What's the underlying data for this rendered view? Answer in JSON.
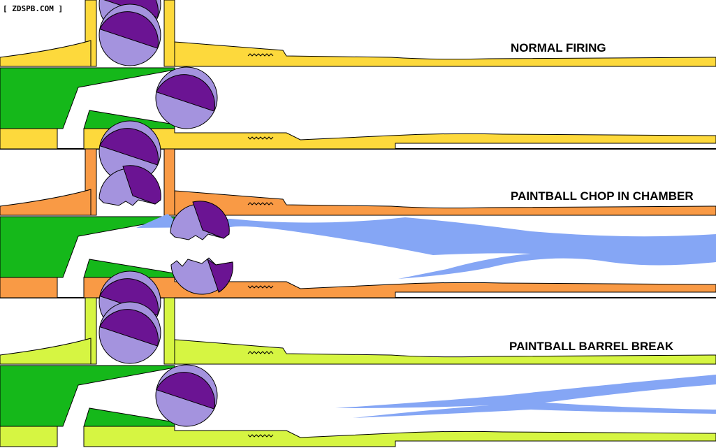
{
  "watermark": "[ ZDSPB.COM ]",
  "colors": {
    "body_green": "#15B81A",
    "ball_dark": "#6B1493",
    "ball_light": "#A493DE",
    "paint_spray": "#85A6F5",
    "outline": "#000000"
  },
  "panels": [
    {
      "id": "normal",
      "title": "NORMAL FIRING",
      "barrel_color": "#FDD93C",
      "state": "normal"
    },
    {
      "id": "chop",
      "title": "PAINTBALL CHOP IN CHAMBER",
      "barrel_color": "#F99A45",
      "state": "chop"
    },
    {
      "id": "break",
      "title": "PAINTBALL BARREL BREAK",
      "barrel_color": "#D6F542",
      "state": "break"
    }
  ]
}
